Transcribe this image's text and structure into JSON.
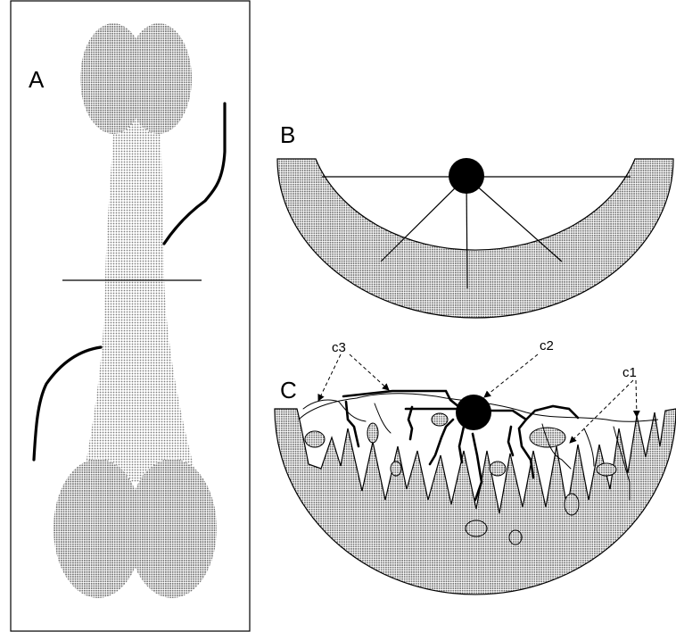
{
  "panels": {
    "a": {
      "label": "A"
    },
    "b": {
      "label": "B"
    },
    "c": {
      "label": "C"
    }
  },
  "callouts": {
    "c1": "c1",
    "c2": "c2",
    "c3": "c3"
  },
  "colors": {
    "stipple": "#9a9a9a",
    "line": "#000000",
    "background": "#ffffff"
  }
}
